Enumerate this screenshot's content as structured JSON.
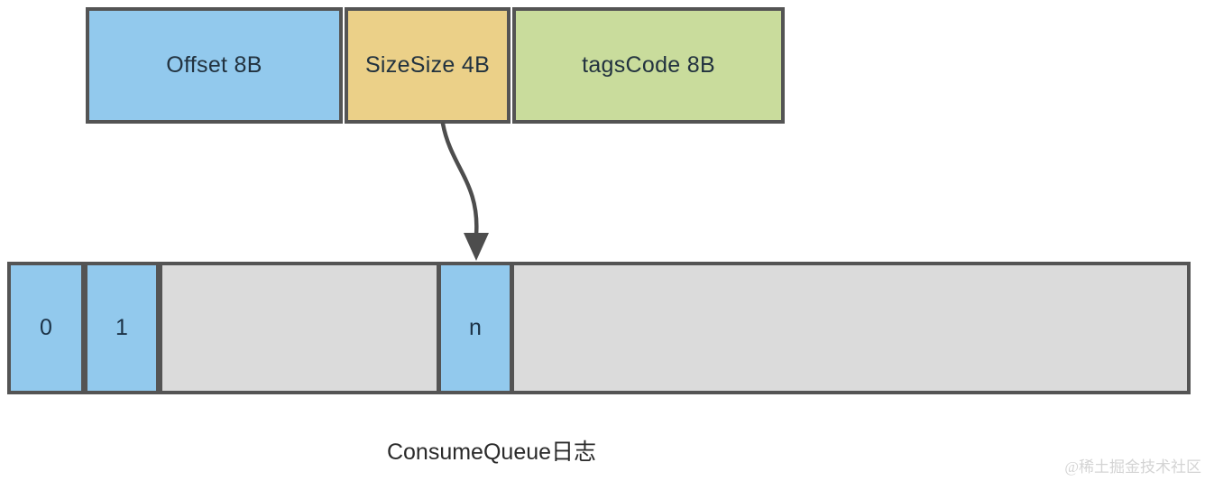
{
  "diagram": {
    "caption": "ConsumeQueue日志",
    "watermark": "@稀土掘金技术社区",
    "index_record": {
      "blocks": [
        {
          "label": "Offset 8B",
          "fill": "#92c9ed"
        },
        {
          "label": "SizeSize 4B",
          "fill": "#ebd088"
        },
        {
          "label": "tagsCode 8B",
          "fill": "#c9dc9c"
        }
      ]
    },
    "queue": {
      "cells": [
        {
          "label": "0"
        },
        {
          "label": "1"
        },
        {
          "label": "n"
        }
      ],
      "cell_fill": "#92c9ed",
      "track_fill": "#dbdbdb"
    },
    "colors": {
      "border": "#545454",
      "arrow": "#4d4d4d",
      "label_text": "#22323f",
      "caption_text": "#2a2a2a",
      "watermark_text": "#d4d4d4"
    }
  }
}
